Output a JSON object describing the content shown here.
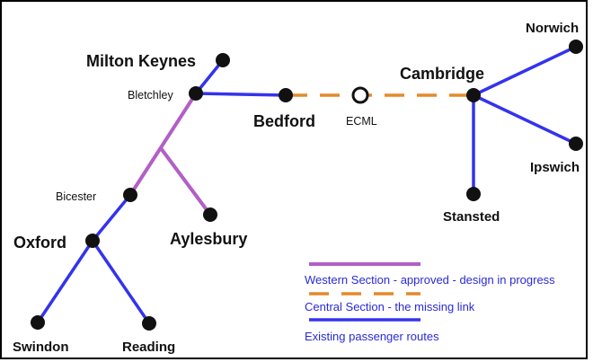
{
  "colors": {
    "frame": "#000000",
    "background": "#ffffff",
    "existing": "#3333ee",
    "western": "#b25fc6",
    "central": "#e48a2b",
    "station": "#111111",
    "legend_text": "#2a2ad6"
  },
  "stations": {
    "milton_keynes": "Milton Keynes",
    "bletchley": "Bletchley",
    "bedford": "Bedford",
    "ecml": "ECML",
    "cambridge": "Cambridge",
    "norwich": "Norwich",
    "ipswich": "Ipswich",
    "stansted": "Stansted",
    "bicester": "Bicester",
    "aylesbury": "Aylesbury",
    "oxford": "Oxford",
    "swindon": "Swindon",
    "reading": "Reading"
  },
  "legend": {
    "western": "Western Section - approved - design in progress",
    "central": "Central Section - the missing link",
    "existing": "Existing passenger routes"
  }
}
